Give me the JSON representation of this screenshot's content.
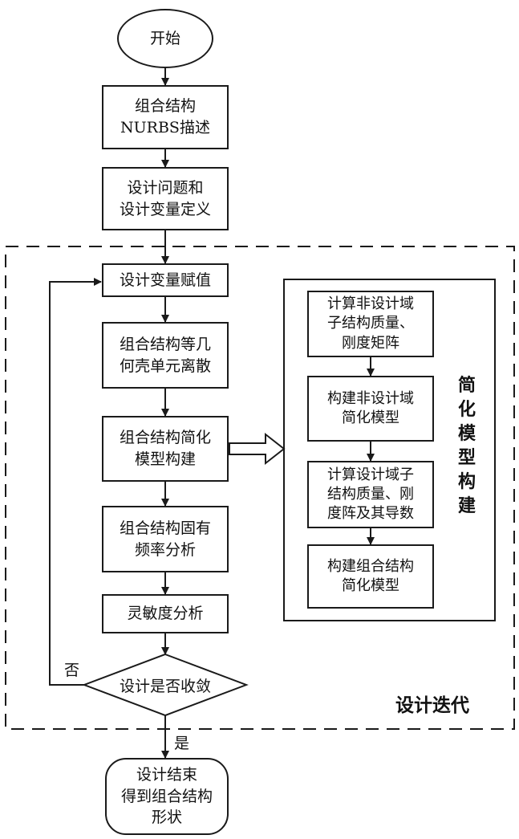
{
  "nodes": {
    "start": "开始",
    "nurbs": "组合结构\nNURBS描述",
    "define": "设计问题和\n设计变量定义",
    "assign": "设计变量赋值",
    "discretize": "组合结构等几\n何壳单元离散",
    "build_simplified": "组合结构简化\n模型构建",
    "frequency": "组合结构固有\n频率分析",
    "sensitivity": "灵敏度分析",
    "converge": "设计是否收敛",
    "end": "设计结束\n得到组合结构\n形状"
  },
  "subprocess": {
    "title": "简化模型构建",
    "steps": [
      "计算非设计域\n子结构质量、\n刚度矩阵",
      "构建非设计域\n简化模型",
      "计算设计域子\n结构质量、刚\n度阵及其导数",
      "构建组合结构\n简化模型"
    ]
  },
  "labels": {
    "loop_title": "设计迭代",
    "no": "否",
    "yes": "是"
  }
}
